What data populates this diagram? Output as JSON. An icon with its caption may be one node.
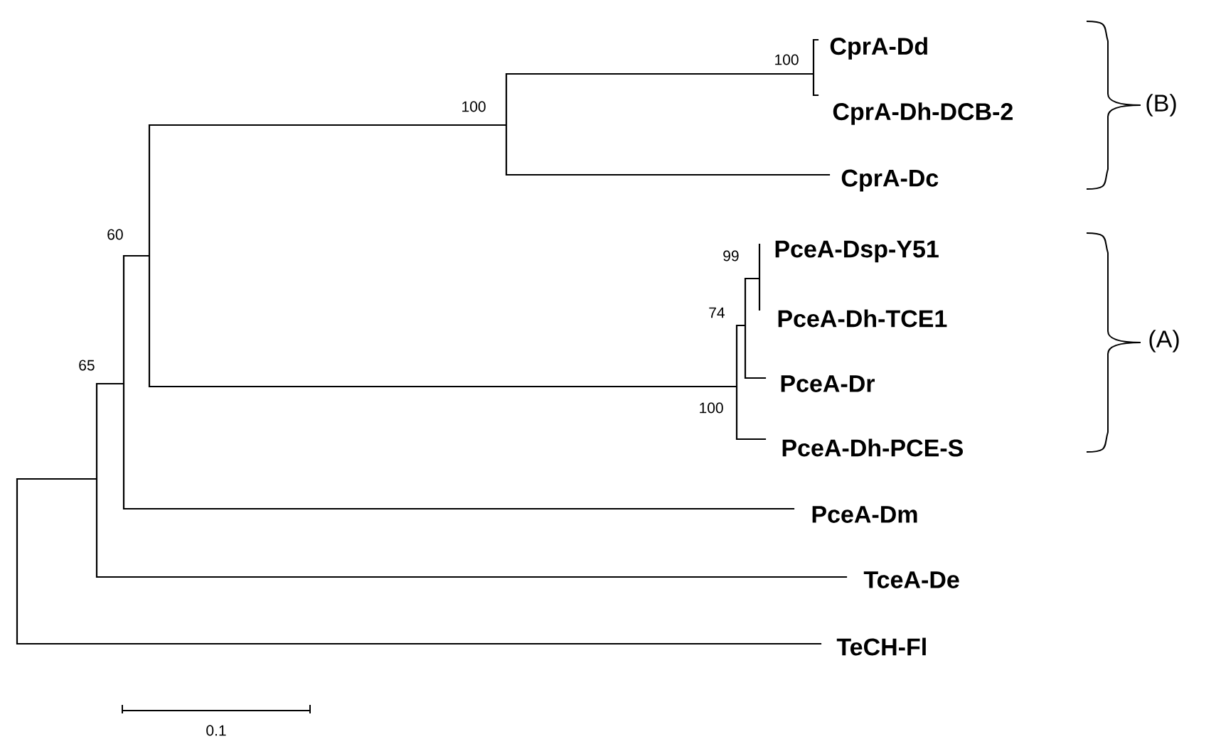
{
  "diagram": {
    "labels": [
      "100",
      "CprA-Dd",
      "(B)",
      "100",
      "CprA-Dh-DCB-2",
      "CprA-Dc",
      "60",
      "99",
      "PceA-Dsp-Y51",
      "74",
      "PceA-Dh-TCE1",
      "(A)",
      "PceA-Dr",
      "65",
      "100",
      "PceA-Dh-PCE-S",
      "PceA-Dm",
      "TceA-De",
      "TeCH-Fl",
      "0.1"
    ]
  }
}
